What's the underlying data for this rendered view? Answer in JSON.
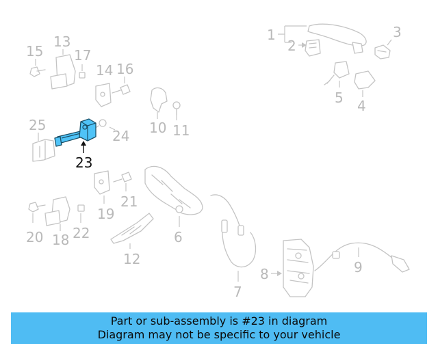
{
  "diagram": {
    "highlighted_part": "23",
    "callouts": [
      "1",
      "2",
      "3",
      "4",
      "5",
      "6",
      "7",
      "8",
      "9",
      "10",
      "11",
      "12",
      "13",
      "14",
      "15",
      "16",
      "17",
      "18",
      "19",
      "20",
      "21",
      "22",
      "23",
      "24",
      "25"
    ]
  },
  "banner": {
    "line1": "Part or sub-assembly is #23 in diagram",
    "line2": "Diagram may not be specific to your vehicle",
    "background": "#4fbcf3"
  },
  "colors": {
    "highlight_fill": "#4fc3f7",
    "part_outline": "#c4c4c4",
    "callout_text": "#b9b9b9"
  }
}
